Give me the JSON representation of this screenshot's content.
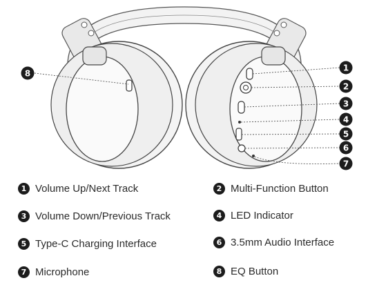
{
  "callouts": [
    "1",
    "2",
    "3",
    "4",
    "5",
    "6",
    "7",
    "8"
  ],
  "legend": [
    {
      "num": "1",
      "label": "Volume Up/Next Track"
    },
    {
      "num": "2",
      "label": "Multi-Function Button"
    },
    {
      "num": "3",
      "label": "Volume Down/Previous Track"
    },
    {
      "num": "4",
      "label": "LED Indicator"
    },
    {
      "num": "5",
      "label": "Type-C Charging Interface"
    },
    {
      "num": "6",
      "label": "3.5mm Audio Interface"
    },
    {
      "num": "7",
      "label": "Microphone"
    },
    {
      "num": "8",
      "label": "EQ Button"
    }
  ]
}
